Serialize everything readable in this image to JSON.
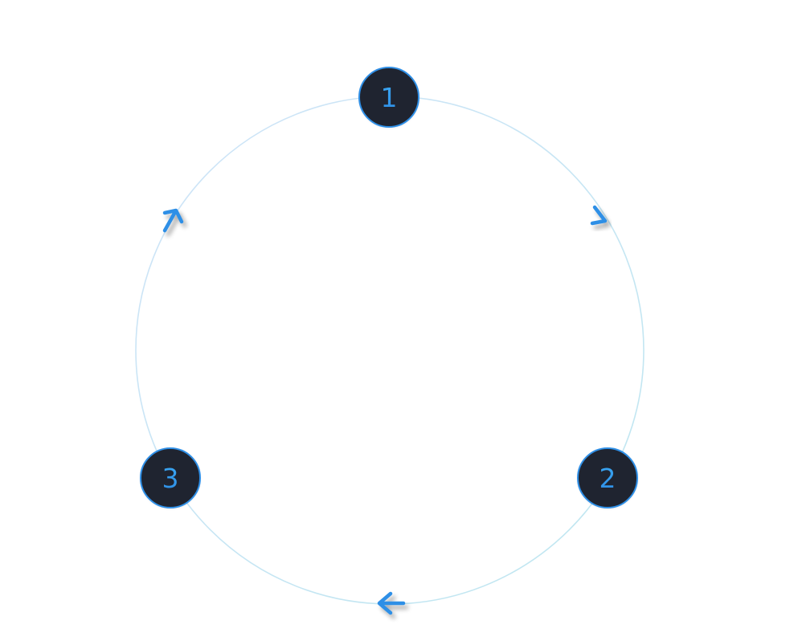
{
  "diagram": {
    "type": "cycle",
    "direction": "clockwise",
    "steps": [
      {
        "label": "1"
      },
      {
        "label": "2"
      },
      {
        "label": "3"
      }
    ],
    "connector_icon": "arrow-icon",
    "colors": {
      "ring_start": "#c9e3f7",
      "ring_end": "#bfe7f0",
      "node_fill": "#1f2430",
      "node_border": "#2f8fe6",
      "label": "#3aa0f2",
      "arrow": "#2f8fe6",
      "background": "#ffffff"
    }
  }
}
